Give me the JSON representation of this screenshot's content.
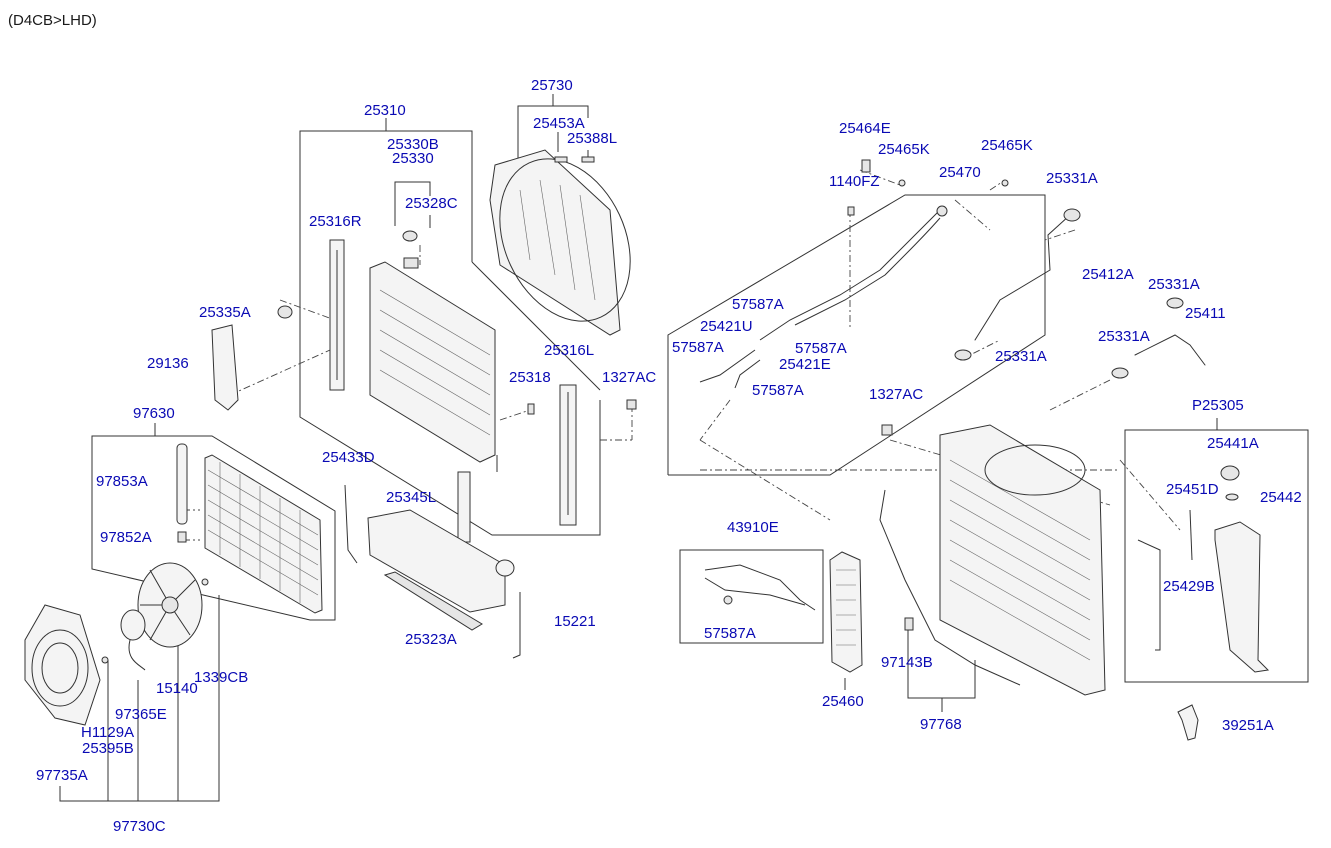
{
  "header": {
    "model_label": "(D4CB>LHD)"
  },
  "labels": [
    {
      "id": "25730",
      "text": "25730"
    },
    {
      "id": "25453A",
      "text": "25453A"
    },
    {
      "id": "25388L",
      "text": "25388L"
    },
    {
      "id": "25310",
      "text": "25310"
    },
    {
      "id": "25330B",
      "text": "25330B"
    },
    {
      "id": "25330",
      "text": "25330"
    },
    {
      "id": "25328C",
      "text": "25328C"
    },
    {
      "id": "25316R",
      "text": "25316R"
    },
    {
      "id": "25335A",
      "text": "25335A"
    },
    {
      "id": "29136",
      "text": "29136"
    },
    {
      "id": "25316L",
      "text": "25316L"
    },
    {
      "id": "25318",
      "text": "25318"
    },
    {
      "id": "1327AC_a",
      "text": "1327AC"
    },
    {
      "id": "97630",
      "text": "97630"
    },
    {
      "id": "97853A",
      "text": "97853A"
    },
    {
      "id": "97852A",
      "text": "97852A"
    },
    {
      "id": "25433D",
      "text": "25433D"
    },
    {
      "id": "25345L",
      "text": "25345L"
    },
    {
      "id": "25323A",
      "text": "25323A"
    },
    {
      "id": "15221",
      "text": "15221"
    },
    {
      "id": "15140",
      "text": "15140"
    },
    {
      "id": "1339CB",
      "text": "1339CB"
    },
    {
      "id": "97365E",
      "text": "97365E"
    },
    {
      "id": "H1129A",
      "text": "H1129A"
    },
    {
      "id": "25395B",
      "text": "25395B"
    },
    {
      "id": "97735A",
      "text": "97735A"
    },
    {
      "id": "97730C",
      "text": "97730C"
    },
    {
      "id": "25464E",
      "text": "25464E"
    },
    {
      "id": "25465K_a",
      "text": "25465K"
    },
    {
      "id": "25465K_b",
      "text": "25465K"
    },
    {
      "id": "1140FZ",
      "text": "1140FZ"
    },
    {
      "id": "25470",
      "text": "25470"
    },
    {
      "id": "25331A_a",
      "text": "25331A"
    },
    {
      "id": "25412A",
      "text": "25412A"
    },
    {
      "id": "25331A_b",
      "text": "25331A"
    },
    {
      "id": "25411",
      "text": "25411"
    },
    {
      "id": "25331A_c",
      "text": "25331A"
    },
    {
      "id": "25331A_d",
      "text": "25331A"
    },
    {
      "id": "57587A_a",
      "text": "57587A"
    },
    {
      "id": "25421U",
      "text": "25421U"
    },
    {
      "id": "57587A_b",
      "text": "57587A"
    },
    {
      "id": "57587A_c",
      "text": "57587A"
    },
    {
      "id": "25421E",
      "text": "25421E"
    },
    {
      "id": "57587A_d",
      "text": "57587A"
    },
    {
      "id": "1327AC_b",
      "text": "1327AC"
    },
    {
      "id": "P25305",
      "text": "P25305"
    },
    {
      "id": "25441A",
      "text": "25441A"
    },
    {
      "id": "25451D",
      "text": "25451D"
    },
    {
      "id": "25442",
      "text": "25442"
    },
    {
      "id": "25429B",
      "text": "25429B"
    },
    {
      "id": "43910E",
      "text": "43910E"
    },
    {
      "id": "57587A_e",
      "text": "57587A"
    },
    {
      "id": "25460",
      "text": "25460"
    },
    {
      "id": "97143B",
      "text": "97143B"
    },
    {
      "id": "97768",
      "text": "97768"
    },
    {
      "id": "39251A",
      "text": "39251A"
    }
  ]
}
